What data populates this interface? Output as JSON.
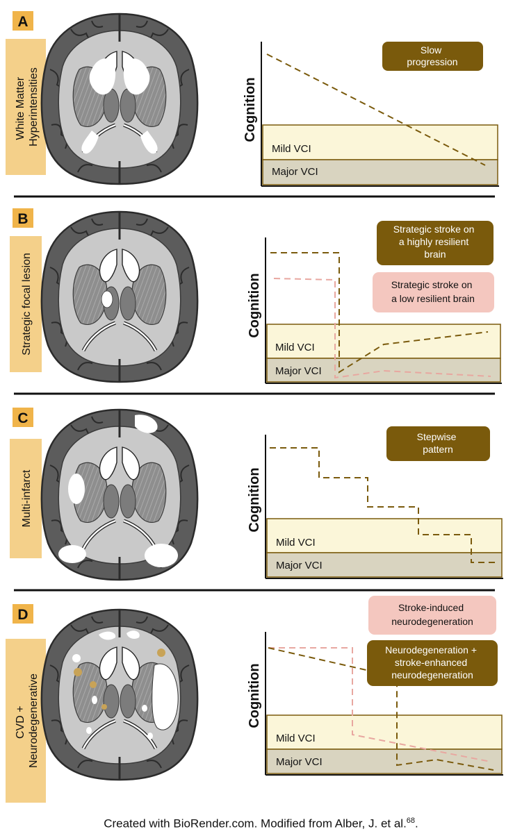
{
  "panels": [
    {
      "letter": "A",
      "side_label": [
        "White Matter",
        "Hyperintensities"
      ],
      "ylabel": "Cognition",
      "bands": [
        "Mild VCI",
        "Major VCI"
      ],
      "callouts": [
        {
          "lines": [
            "Slow",
            "progression"
          ],
          "style": "dark"
        }
      ]
    },
    {
      "letter": "B",
      "side_label": [
        "Strategic focal lesion"
      ],
      "ylabel": "Cognition",
      "bands": [
        "Mild VCI",
        "Major VCI"
      ],
      "callouts": [
        {
          "lines": [
            "Strategic stroke on",
            "a highly resilient",
            "brain"
          ],
          "style": "dark"
        },
        {
          "lines": [
            "Strategic stroke on",
            "a low resilient brain"
          ],
          "style": "pink"
        }
      ]
    },
    {
      "letter": "C",
      "side_label": [
        "Multi-infarct"
      ],
      "ylabel": "Cognition",
      "bands": [
        "Mild VCI",
        "Major VCI"
      ],
      "callouts": [
        {
          "lines": [
            "Stepwise",
            "pattern"
          ],
          "style": "dark"
        }
      ]
    },
    {
      "letter": "D",
      "side_label": [
        "CVD +",
        "Neurodegenerative"
      ],
      "ylabel": "Cognition",
      "bands": [
        "Mild VCI",
        "Major VCI"
      ],
      "callouts": [
        {
          "lines": [
            "Stroke-induced",
            "neurodegeneration"
          ],
          "style": "pink"
        },
        {
          "lines": [
            "Neurodegeneration +",
            "stroke-enhanced",
            "neurodegeneration"
          ],
          "style": "dark"
        }
      ]
    }
  ],
  "caption": {
    "text": "Created with BioRender.com. Modified from Alber, J. et al.",
    "ref": "68",
    "end": "."
  },
  "colors": {
    "brown": "#7a5a0c",
    "pink": "#e8a7a0",
    "pink_box": "#f4c7bf",
    "mild_band": "#fbf6d9",
    "major_band": "#d9d4c0",
    "band_border": "#7a5a0c",
    "side_box": "#f4d08a",
    "letter_box": "#f0b44a"
  }
}
